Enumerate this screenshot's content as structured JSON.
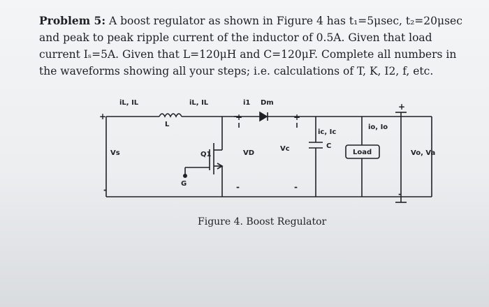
{
  "problem": {
    "label": "Problem 5:",
    "text": " A boost regulator as shown in Figure 4 has t₁=5μsec, t₂=20μsec and peak to peak ripple current of the inductor of 0.5A. Given that load current Iₛ=5A. Given that L=120μH and C=120μF. Complete all numbers in the waveforms showing all your steps; i.e. calculations of T, K, I2, f, etc."
  },
  "circuit": {
    "label_il_top": "iL, IL",
    "label_il_mid": "iL, IL",
    "label_l": "L",
    "label_i1": "i1",
    "label_dm": "Dm",
    "label_vs": "Vs",
    "label_q1": "Q1",
    "label_g": "G",
    "label_vd": "VD",
    "label_vc": "Vc",
    "label_ic": "ic, Ic",
    "label_c": "C",
    "label_io": "io, Io",
    "label_load": "Load",
    "label_vo": "Vo, Va",
    "plus": "+",
    "minus": "-"
  },
  "caption": "Figure 4. Boost Regulator",
  "colors": {
    "ink": "#1f2126",
    "paper": "#f0f1f3"
  }
}
